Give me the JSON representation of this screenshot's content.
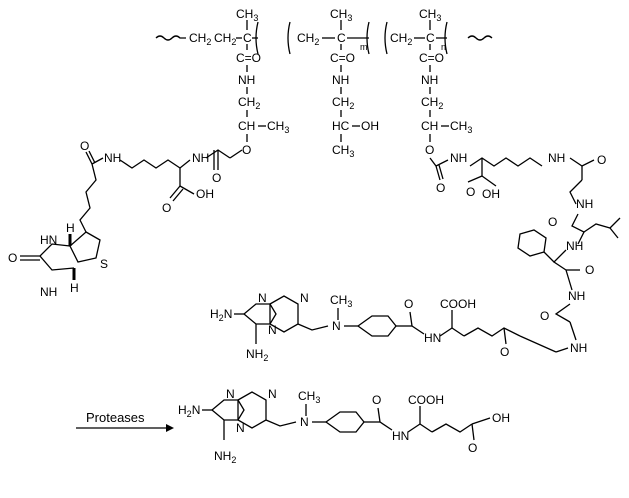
{
  "figure": {
    "polymer_labels": {
      "ch3": "CH",
      "ch3_sub": "3",
      "ch2": "CH",
      "ch2_sub": "2",
      "c": "C",
      "co": "C=O",
      "nh": "NH",
      "oh": "OH",
      "o": "O",
      "m": "m",
      "n": "n"
    },
    "biotin_labels": {
      "hn": "HN",
      "nh": "NH",
      "o": "O",
      "s": "S",
      "h": "H",
      "oh": "OH",
      "cooh": "OH"
    },
    "peptide_labels": {
      "nh": "NH",
      "o": "O"
    },
    "mtx_labels": {
      "h2n": "H2N",
      "n": "N",
      "nh2": "NH2",
      "ch3": "CH3",
      "cooh": "COOH",
      "oh": "OH",
      "hn": "HN",
      "o": "O"
    },
    "arrow_label": "Proteases"
  }
}
